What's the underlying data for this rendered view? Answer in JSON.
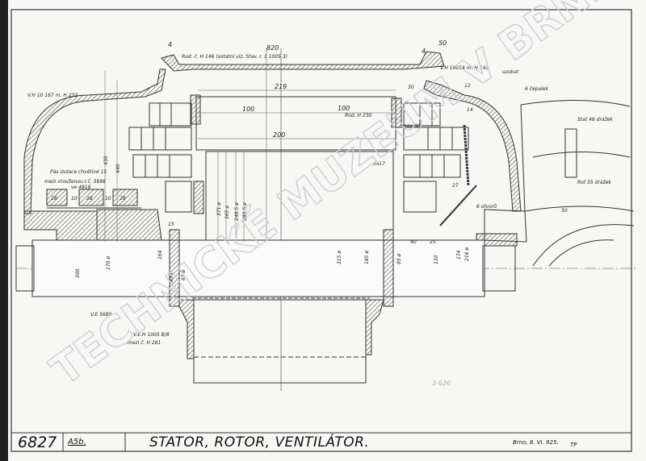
{
  "title_block": {
    "drawing_number": "6827",
    "format": "A5b.",
    "title": "STATOR, ROTOR, VENTILÁTOR.",
    "place_date": "Brno, 8. VI. 925.",
    "initials": "TP"
  },
  "watermark": "TECHNICKÉ MUZEUM V BRNĚ",
  "stamp_number": "3 626",
  "annotations": {
    "frame_note": "Rod. č. H 146 (ostatní viz. Stav. r. 1 1005 3)",
    "shield_left": "V.H 10 167 m. H 232",
    "shield_right": "V.H 10054 m. H 143",
    "uzokat": "uzokat",
    "cepalek": "6 čepalek",
    "insulation_1": "Pás izolace chvětivé 15",
    "insulation_2": "mezi vrouženou r.č. 5686",
    "insulation_3": "ve 4918",
    "rotor_ring": "Rod. H 230",
    "shaft_note": "V.E 5680",
    "hub_note_1": "V.E.H 1005 B/8",
    "hub_note_2": "mezi č. H 281",
    "stator_slots": "Stat 48 drážek",
    "rotor_slots": "Rot 55 drážek",
    "holes": "6 otvorů",
    "max80": "max 80",
    "key": "5x17"
  },
  "dimensions": {
    "d4a": "4",
    "d820": "820",
    "d50": "50",
    "d4b": "4",
    "d219": "219",
    "d30": "30",
    "d100a": "100",
    "d100b": "100",
    "d200": "200",
    "d12": "12",
    "d14": "14",
    "d430": "430",
    "d440": "440",
    "d28a": "28",
    "d10a": "10",
    "d28b": "28",
    "d10b": "10",
    "d28c": "28",
    "d371": "371 ø",
    "d365": "365 ø",
    "d2495": "249.5 ø",
    "d2805": "280.5 ø",
    "d170": "170 ø",
    "d300": "300",
    "d164": "164",
    "d15": "15",
    "d85": "85 ø",
    "d65": "65 ø",
    "d315": "315 ø",
    "d185": "185 ø",
    "d95": "95 ø",
    "d130": "130",
    "d174": "174",
    "d216": "216 ø",
    "d40": "40",
    "d25": "25",
    "d27": "27",
    "d50r": "50"
  }
}
